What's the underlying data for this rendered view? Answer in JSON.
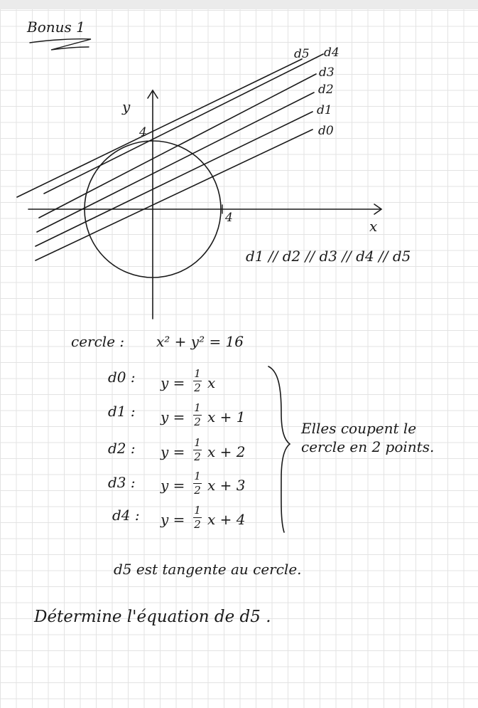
{
  "title": "Bonus 1",
  "graph": {
    "y_axis": "y",
    "x_axis": "x",
    "tick_x": "4",
    "tick_y": "4",
    "lines": [
      "d5",
      "d4",
      "d3",
      "d2",
      "d1",
      "d0"
    ],
    "parallel_note": "d1 // d2 // d3 // d4 // d5"
  },
  "equations": {
    "circle_label": "cercle :",
    "circle_eq": "x² + y² = 16",
    "rows": [
      {
        "label": "d0 :",
        "lhs": "y =",
        "num": "1",
        "den": "2",
        "rest": "x"
      },
      {
        "label": "d1 :",
        "lhs": "y =",
        "num": "1",
        "den": "2",
        "rest": "x + 1"
      },
      {
        "label": "d2 :",
        "lhs": "y =",
        "num": "1",
        "den": "2",
        "rest": "x + 2"
      },
      {
        "label": "d3 :",
        "lhs": "y =",
        "num": "1",
        "den": "2",
        "rest": "x + 3"
      },
      {
        "label": "d4 :",
        "lhs": "y =",
        "num": "1",
        "den": "2",
        "rest": "x + 4"
      }
    ],
    "brace_note_line1": "Elles coupent le",
    "brace_note_line2": "cercle en 2 points."
  },
  "statement": "d5 est tangente au cercle.",
  "task": "Détermine l'équation de d5 ."
}
